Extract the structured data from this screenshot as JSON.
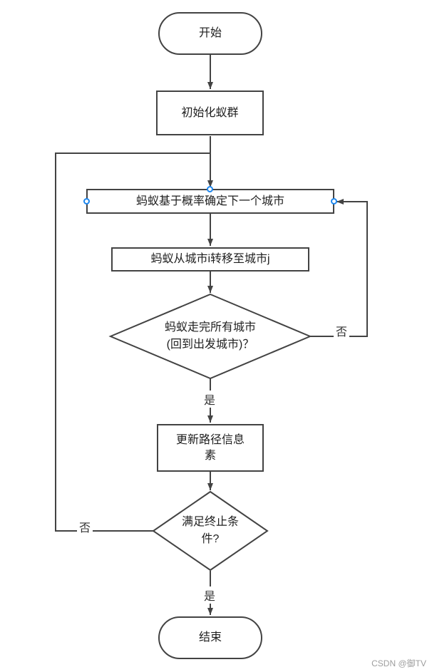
{
  "diagram": {
    "title_hint": "ant-colony-optimization-flowchart",
    "nodes": {
      "start": {
        "label": "开始",
        "type": "terminator"
      },
      "init": {
        "label": "初始化蚁群",
        "type": "process"
      },
      "choose_city": {
        "label": "蚂蚁基于概率确定下一个城市",
        "type": "process",
        "selected": true
      },
      "move_city": {
        "label": "蚂蚁从城市i转移至城市j",
        "type": "process"
      },
      "all_cities": {
        "label": "蚂蚁走完所有城市(回到出发城市)？",
        "type": "decision"
      },
      "update_pheromone": {
        "label": "更新路径信息素",
        "type": "process"
      },
      "terminate": {
        "label": "满足终止条件?",
        "type": "decision"
      },
      "end": {
        "label": "结束",
        "type": "terminator"
      }
    },
    "edge_labels": {
      "all_cities_yes": "是",
      "all_cities_no": "否",
      "terminate_yes": "是",
      "terminate_no": "否"
    },
    "colors": {
      "line": "#434343",
      "border": "#434343",
      "selection_handle": "#1c86ee",
      "text": "#1f1f1f",
      "watermark": "#9e9e9e",
      "background": "#ffffff"
    }
  },
  "watermark": "CSDN @御TV"
}
